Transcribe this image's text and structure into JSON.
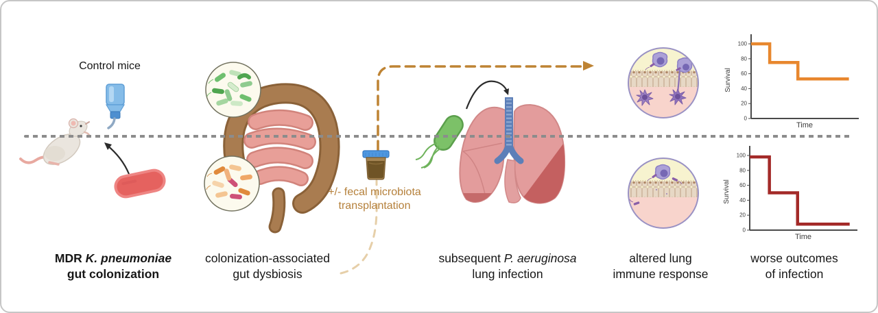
{
  "figure": {
    "control_label": "Control mice",
    "fmt": {
      "line1": "+/- fecal microbiota",
      "line2": "transplantation"
    },
    "steps": [
      {
        "line1_prefix": "MDR ",
        "line1_italic": "K. pneumoniae",
        "line2": "gut colonization"
      },
      {
        "line1": "colonization-associated",
        "line2": "gut dysbiosis"
      },
      {
        "line1_prefix": "subsequent ",
        "line1_italic": "P. aeruginosa",
        "line2": "lung infection"
      },
      {
        "line1": "altered lung",
        "line2": "immune response"
      },
      {
        "line1": "worse outcomes",
        "line2": "of infection"
      }
    ]
  },
  "colors": {
    "divider_gray": "#8C8C8C",
    "fmt_text": "#B5803B",
    "fmt_arrow": "#BE8333",
    "fmt_arrow_faint": "#E6CFA9",
    "capsule_red": "#E5625F",
    "bacterium_green": "#7CC168",
    "lung_pink": "#E39C9C",
    "lung_dark_red": "#C46060",
    "survival_top_orange": "#E8872E",
    "survival_bottom_red": "#A32A28"
  },
  "chart_data": [
    {
      "type": "line",
      "subtype": "step-survival-curve",
      "series": "control mice",
      "color": "#E8872E",
      "x_percent": [
        0,
        17.5,
        17.5,
        44,
        44,
        92
      ],
      "y": [
        100,
        100,
        75,
        75,
        53,
        53
      ],
      "xlabel": "Time",
      "ylabel": "Survival",
      "yticks": [
        0,
        20,
        40,
        60,
        80,
        100
      ],
      "ylim": [
        0,
        100
      ],
      "grid": false,
      "legend": "none"
    },
    {
      "type": "line",
      "subtype": "step-survival-curve",
      "series": "MDR K. pneumoniae colonized mice",
      "color": "#A32A28",
      "x_percent": [
        0,
        18.5,
        18.5,
        45,
        45,
        94
      ],
      "y": [
        98,
        98,
        50,
        50,
        8,
        8
      ],
      "xlabel": "Time",
      "ylabel": "Survival",
      "yticks": [
        0,
        20,
        40,
        60,
        80,
        100
      ],
      "ylim": [
        0,
        100
      ],
      "grid": false,
      "legend": "none"
    }
  ]
}
